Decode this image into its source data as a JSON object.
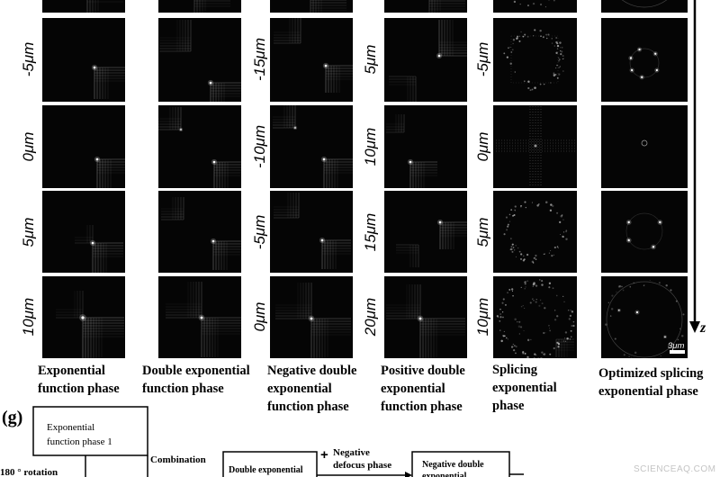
{
  "depth_labels": {
    "col1": [
      "-5μm",
      "0μm",
      "5μm",
      "10μm"
    ],
    "col3": [
      "-15μm",
      "-10μm",
      "-5μm",
      "0μm"
    ],
    "col4": [
      "5μm",
      "10μm",
      "15μm",
      "20μm"
    ],
    "col5": [
      "-5μm",
      "0μm",
      "5μm",
      "10μm"
    ]
  },
  "axis_label": "z",
  "scale_bar": "3μm",
  "captions": [
    [
      "Exponential",
      "function phase"
    ],
    [
      "Double exponential",
      "function phase"
    ],
    [
      "Negative double",
      "exponential",
      "function phase"
    ],
    [
      "Positive double",
      "exponential",
      "function phase"
    ],
    [
      "Splicing",
      "exponential",
      "phase"
    ],
    [
      "Optimized splicing",
      "exponential phase"
    ]
  ],
  "flowchart": {
    "panel_label": "(g)",
    "box1": [
      "Exponential",
      "function phase 1"
    ],
    "rotation_label": "180 ° rotation",
    "combination_label": "Combination",
    "box2": "Double exponential",
    "plus_symbol": "+",
    "defocus_label": [
      "Negative",
      "defocus phase"
    ],
    "box3": [
      "Negative double",
      "exponential"
    ]
  },
  "watermark": "SCIENCEAQ.COM"
}
